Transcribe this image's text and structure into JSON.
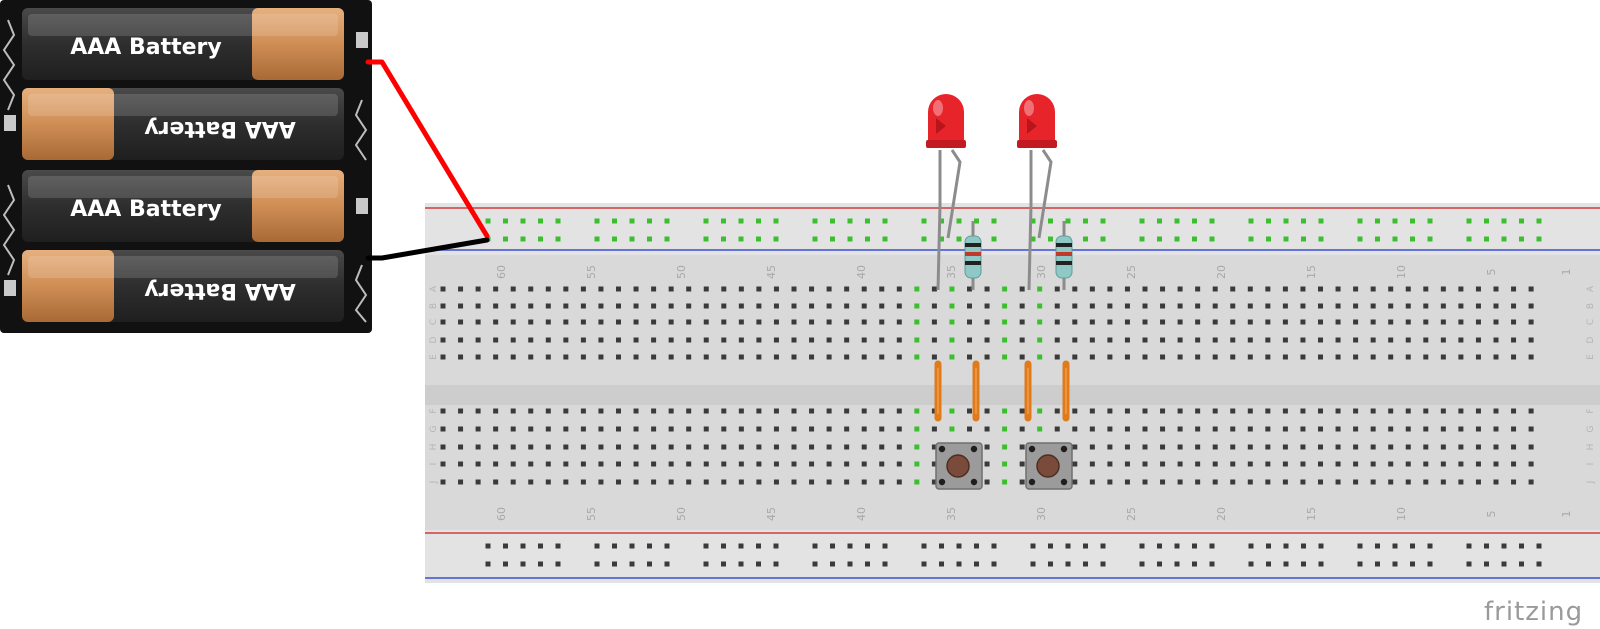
{
  "battery_pack": {
    "cells": [
      {
        "label": "AAA Battery",
        "flipped": false
      },
      {
        "label": "AAA Battery",
        "flipped": true
      },
      {
        "label": "AAA Battery",
        "flipped": false
      },
      {
        "label": "AAA Battery",
        "flipped": true
      }
    ]
  },
  "breadboard": {
    "column_numbers": [
      "60",
      "55",
      "50",
      "45",
      "40",
      "35",
      "30",
      "25",
      "20",
      "15",
      "10",
      "5",
      "1"
    ],
    "top_rows": [
      "A",
      "B",
      "C",
      "D",
      "E"
    ],
    "bottom_rows": [
      "F",
      "G",
      "H",
      "I",
      "J"
    ]
  },
  "wires": [
    {
      "name": "positive-wire",
      "color": "#ff0000"
    },
    {
      "name": "ground-wire",
      "color": "#000000"
    }
  ],
  "components": {
    "leds": [
      {
        "color": "#e8242b"
      },
      {
        "color": "#e8242b"
      }
    ],
    "resistors": [
      {
        "bands": [
          "#222222",
          "#c0392b",
          "#222222"
        ]
      },
      {
        "bands": [
          "#222222",
          "#c0392b",
          "#222222"
        ]
      }
    ],
    "jumpers": [
      {
        "color": "#e07a1a"
      },
      {
        "color": "#e07a1a"
      },
      {
        "color": "#e07a1a"
      },
      {
        "color": "#e07a1a"
      }
    ],
    "push_buttons": [
      {
        "cap_color": "#7a4a3a"
      },
      {
        "cap_color": "#7a4a3a"
      }
    ]
  },
  "brand": "fritzing"
}
